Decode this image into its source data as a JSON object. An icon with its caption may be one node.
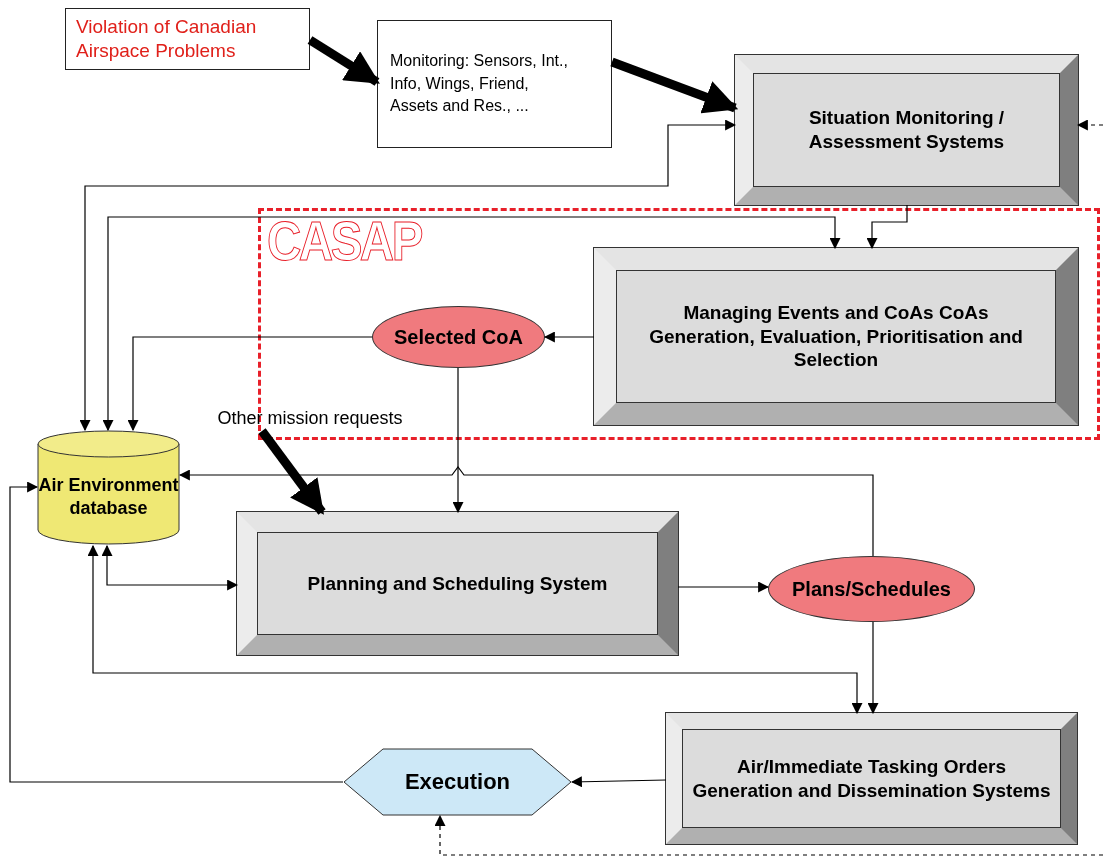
{
  "diagram": {
    "nodes": [
      {
        "text": [
          "Violation of Canadian Airspace Problems"
        ]
      },
      {
        "text": [
          "Monitoring: Sensors, Int., Info, Wings, Friend, Assets and Res., ..."
        ]
      },
      {
        "text": [
          "Situation Monitoring / Assessment Systems"
        ]
      },
      {
        "text": [
          "CASAP"
        ]
      },
      {
        "text": [
          "Managing Events and CoAs CoAs Generation, Evaluation, Prioritisation and Selection"
        ],
        "in": 3
      },
      {
        "text": [
          "Selected CoA"
        ],
        "in": 3
      },
      {
        "text": [
          "Other mission requests"
        ]
      },
      {
        "text": [
          "Air Environment database"
        ]
      },
      {
        "text": [
          "Planning and Scheduling System"
        ]
      },
      {
        "text": [
          "Plans/Schedules"
        ]
      },
      {
        "text": [
          "Air/Immediate Tasking Orders Generation and Dissemination Systems"
        ]
      },
      {
        "text": [
          "Execution"
        ]
      }
    ],
    "edges": [
      {
        "from": 0,
        "to": 1,
        "arrow": "to",
        "style": "thick"
      },
      {
        "from": 1,
        "to": 2,
        "arrow": "to",
        "style": "thick"
      },
      {
        "from": 2,
        "to": 7,
        "arrow": "both"
      },
      {
        "from": 7,
        "to": 4,
        "arrow": "both"
      },
      {
        "from": 2,
        "to": 4,
        "arrow": "to"
      },
      {
        "from": 4,
        "to": 5,
        "arrow": "to"
      },
      {
        "from": 5,
        "to": 7,
        "arrow": "to"
      },
      {
        "from": 5,
        "to": 8,
        "arrow": "to"
      },
      {
        "from": 9,
        "to": 7,
        "arrow": "to"
      },
      {
        "from": 6,
        "to": 8,
        "arrow": "to",
        "style": "thick"
      },
      {
        "from": 7,
        "to": 8,
        "arrow": "both"
      },
      {
        "from": 8,
        "to": 9,
        "arrow": "to"
      },
      {
        "from": 9,
        "to": 10,
        "arrow": "to"
      },
      {
        "from": 7,
        "to": 10,
        "arrow": "both"
      },
      {
        "from": 10,
        "to": 11,
        "arrow": "to"
      },
      {
        "from": 11,
        "to": 7,
        "arrow": "to"
      },
      {
        "from": null,
        "to": 2,
        "arrow": "to",
        "style": "dashed"
      },
      {
        "from": null,
        "to": 11,
        "arrow": "to",
        "style": "dashed"
      }
    ]
  }
}
